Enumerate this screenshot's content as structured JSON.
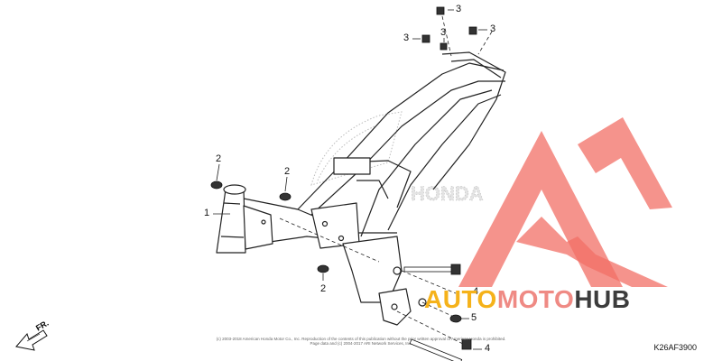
{
  "diagram": {
    "callouts": [
      {
        "id": "c1",
        "label": "1"
      },
      {
        "id": "c2a",
        "label": "2"
      },
      {
        "id": "c2b",
        "label": "2"
      },
      {
        "id": "c2c",
        "label": "2"
      },
      {
        "id": "c3a",
        "label": "3"
      },
      {
        "id": "c3b",
        "label": "3"
      },
      {
        "id": "c3c",
        "label": "3"
      },
      {
        "id": "c3d",
        "label": "3"
      },
      {
        "id": "c4a",
        "label": "4"
      },
      {
        "id": "c4b",
        "label": "4"
      },
      {
        "id": "c5",
        "label": "5"
      }
    ],
    "part_code": "K26AF3900",
    "direction_label": "FR.",
    "fine_print_line1": "(c) 2003-2018 American Honda Motor Co., Inc. Reproduction of the contents of this publication without the prior written approval of American Honda is prohibited.",
    "fine_print_line2": "Page data and (c) 2004-2017 ARI Network Services, Inc."
  },
  "watermark": {
    "text_auto": "AUTO",
    "text_moto": "MOTO",
    "text_hub": "HUB",
    "colors": {
      "auto": "#f5b21a",
      "moto": "#ef8a84",
      "hub": "#3c3c3c",
      "logo": "#f26f66"
    }
  }
}
